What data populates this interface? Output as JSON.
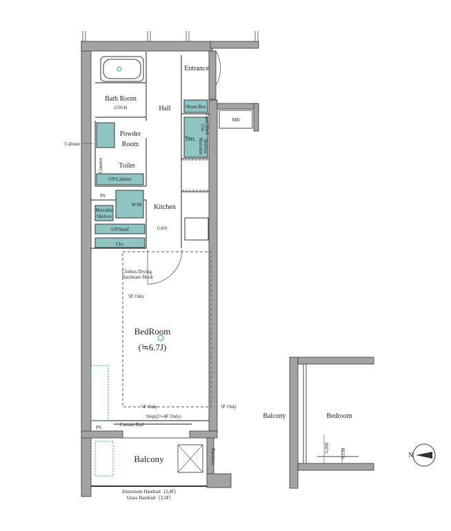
{
  "plan": {
    "rooms": {
      "bath_room": "Bath Room",
      "bath_size": "(1014)",
      "hall": "Hall",
      "entrance": "Entrance",
      "shoes_box": "Shoes Box",
      "mb": "MB",
      "powder_room_1": "Powder",
      "powder_room_2": "Room",
      "toilet": "Toilet",
      "sto": "Sto.",
      "counter": "Counter",
      "ps_top": "PS",
      "ps_bottom": "PS",
      "kitchen": "Kitchen",
      "wm": "W/M",
      "movable_shelves_1": "Movable",
      "movable_shelves_2": "Shelves",
      "up_shelf": "UP/Shelf",
      "clo": "Clo.",
      "bedroom": "BedRoom",
      "bedroom_area": "(≒6.7J)",
      "balcony": "Balcony",
      "curtain_rail": "Curtain Rail",
      "partition": "Partition",
      "cabinet": "Cabinet",
      "up_cabinet": "UP/Cabinet",
      "use_food_shelf_1": "Use",
      "use_food_shelf_2": "Food Shelf",
      "movable_side_1": "Movable",
      "movable_side_2": "Shelves",
      "gas": "GAS",
      "clothes_drying_1": "Clothes Drying",
      "clothes_drying_2": "Hardware Hook",
      "five_f_only_1": "5F Only",
      "five_f_only_2": "5F Only",
      "five_f_only_3": "5F Only",
      "step": "Step(2～4F Only)",
      "handrail_1": "Aluminum Handrail（2,4F）",
      "handrail_2": "Glass Handrail（3,5F）"
    },
    "section": {
      "balcony": "Balcony",
      "bedroom": "Bedroom",
      "dim_260": "≒260",
      "dim_130": "≒130"
    },
    "compass": {
      "label": "N"
    },
    "colors": {
      "wall": "#a3a3a3",
      "fixture": "#8ec5c2",
      "accent": "#17a39b"
    }
  }
}
